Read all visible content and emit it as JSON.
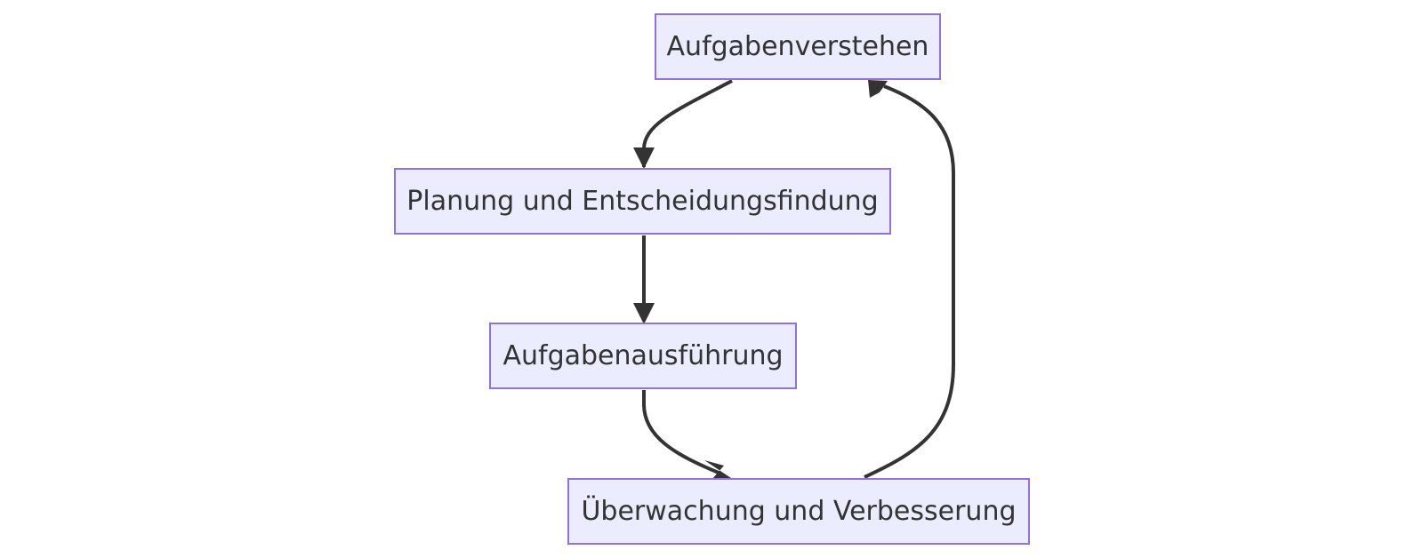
{
  "diagram": {
    "type": "flowchart",
    "nodes": [
      {
        "id": "n1",
        "label": "Aufgabenverstehen"
      },
      {
        "id": "n2",
        "label": "Planung und Entscheidungsfindung"
      },
      {
        "id": "n3",
        "label": "Aufgabenausführung"
      },
      {
        "id": "n4",
        "label": "Überwachung und Verbesserung"
      }
    ],
    "edges": [
      {
        "from": "n1",
        "to": "n2"
      },
      {
        "from": "n2",
        "to": "n3"
      },
      {
        "from": "n3",
        "to": "n4"
      },
      {
        "from": "n4",
        "to": "n1"
      }
    ],
    "colors": {
      "node_fill": "#ececff",
      "node_border": "#9370db",
      "edge": "#333333",
      "text": "#333333"
    }
  }
}
